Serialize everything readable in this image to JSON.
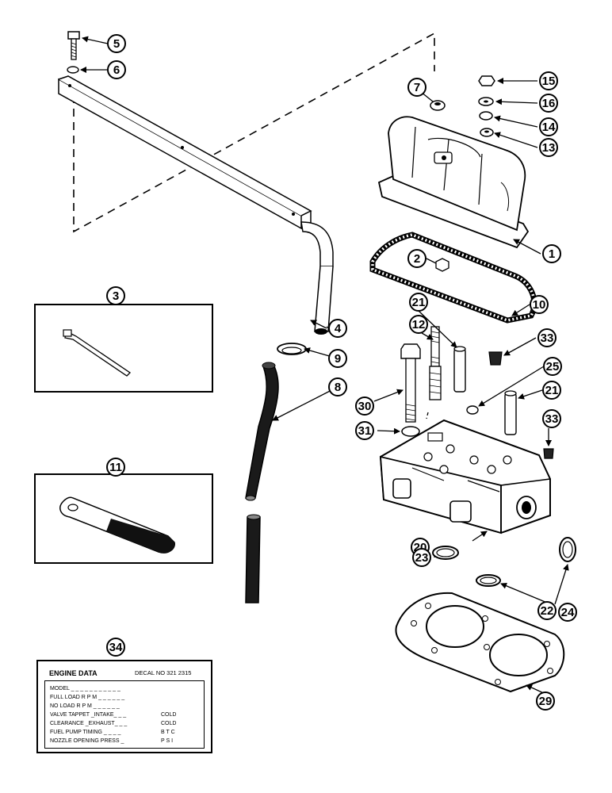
{
  "callouts": [
    {
      "label": "5"
    },
    {
      "label": "6"
    },
    {
      "label": "7"
    },
    {
      "label": "15"
    },
    {
      "label": "16"
    },
    {
      "label": "14"
    },
    {
      "label": "13"
    },
    {
      "label": "1"
    },
    {
      "label": "2"
    },
    {
      "label": "3"
    },
    {
      "label": "10"
    },
    {
      "label": "4"
    },
    {
      "label": "21"
    },
    {
      "label": "12"
    },
    {
      "label": "33"
    },
    {
      "label": "9"
    },
    {
      "label": "25"
    },
    {
      "label": "8"
    },
    {
      "label": "30"
    },
    {
      "label": "21"
    },
    {
      "label": "31"
    },
    {
      "label": "33"
    },
    {
      "label": "11"
    },
    {
      "label": "20"
    },
    {
      "label": "24"
    },
    {
      "label": "23"
    },
    {
      "label": "22"
    },
    {
      "label": "34"
    },
    {
      "label": "29"
    }
  ],
  "decal": {
    "title": "ENGINE DATA",
    "decal_no": "DECAL NO    321 2315",
    "lines": [
      {
        "label": "MODEL _ _ _ _ _ _ _ _ _ _ _",
        "value": ""
      },
      {
        "label": "FULL LOAD R P M _ _ _ _ _ _",
        "value": ""
      },
      {
        "label": "NO LOAD R P M _ _ _ _ _ _",
        "value": ""
      },
      {
        "label": "VALVE TAPPET _INTAKE_ _ _",
        "value": "COLD"
      },
      {
        "label": "CLEARANCE _EXHAUST_ _ _",
        "value": "COLD"
      },
      {
        "label": "FUEL PUMP TIMING _ _ _ _",
        "value": "B T C"
      },
      {
        "label": "NOZZLE OPENING PRESS _",
        "value": "P S I"
      }
    ]
  }
}
